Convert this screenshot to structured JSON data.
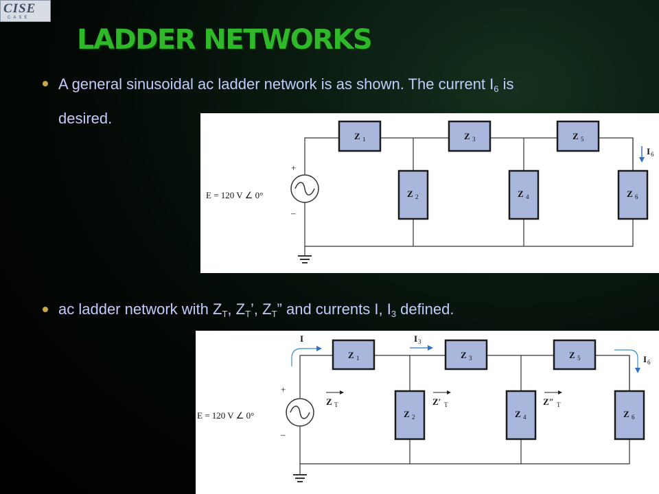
{
  "logo": {
    "text": "CISE",
    "sub": "CASE"
  },
  "title": "LADDER NETWORKS",
  "bullets": [
    {
      "line1": "A general sinusoidal ac ladder network is as shown. The current I",
      "sub": "6",
      "line1_end": " is",
      "line2": "desired."
    },
    {
      "p1": "ac ladder network with Z",
      "s1": "T",
      "p2": ", Z",
      "s2": "T",
      "p3": "’, Z",
      "s3": "T",
      "p4": "”  and currents I, I",
      "s4": "3",
      "p5": " defined."
    }
  ],
  "diagram1": {
    "source": "E  =  120 V ∠ 0°",
    "plus": "+",
    "minus": "–",
    "current": "I",
    "current_sub": "6",
    "series": [
      {
        "z": "Z",
        "n": "1"
      },
      {
        "z": "Z",
        "n": "3"
      },
      {
        "z": "Z",
        "n": "5"
      }
    ],
    "shunt": [
      {
        "z": "Z",
        "n": "2"
      },
      {
        "z": "Z",
        "n": "4"
      },
      {
        "z": "Z",
        "n": "6"
      }
    ]
  },
  "diagram2": {
    "source": "E  =  120 V ∠ 0°",
    "plus": "+",
    "minus": "–",
    "current_in": "I",
    "current3": "I",
    "current3_sub": "3",
    "current6": "I",
    "current6_sub": "6",
    "zt": "Z",
    "zt_sub": "T",
    "ztp": "Z′",
    "ztp_sub": "T",
    "ztpp": "Z″",
    "ztpp_sub": "T",
    "series": [
      {
        "z": "Z",
        "n": "1"
      },
      {
        "z": "Z",
        "n": "3"
      },
      {
        "z": "Z",
        "n": "5"
      }
    ],
    "shunt": [
      {
        "z": "Z",
        "n": "2"
      },
      {
        "z": "Z",
        "n": "4"
      },
      {
        "z": "Z",
        "n": "6"
      }
    ]
  }
}
